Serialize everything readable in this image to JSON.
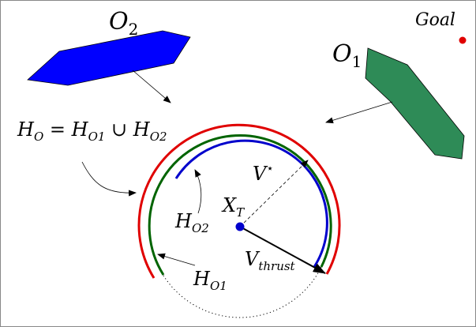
{
  "labels": {
    "o2": {
      "main": "O",
      "sub": "2"
    },
    "o1": {
      "main": "O",
      "sub": "1"
    },
    "goal": "Goal",
    "ho": {
      "lhs_main": "H",
      "lhs_sub": "O",
      "eq": " = ",
      "a_main": "H",
      "a_sub": "O1",
      "union": " ∪ ",
      "b_main": "H",
      "b_sub": "O2"
    },
    "vstar": {
      "main": "V",
      "sup": "⋆"
    },
    "xt": {
      "main": "X",
      "sub": "T"
    },
    "ho2": {
      "main": "H",
      "sub": "O2"
    },
    "ho1": {
      "main": "H",
      "sub": "O1"
    },
    "vthrust": {
      "main": "V",
      "sub": "thrust"
    }
  },
  "colors": {
    "obstacle_o2": "#0000ff",
    "obstacle_o1": "#2e8b57",
    "goal_dot": "#e00000",
    "arc_ho": "#e00000",
    "arc_ho1": "#006400",
    "arc_ho2": "#0000cc",
    "robot": "#0000cc"
  }
}
